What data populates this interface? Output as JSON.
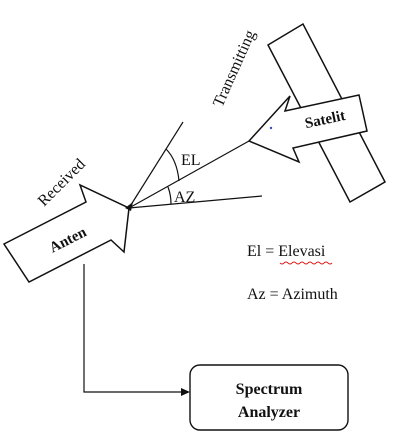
{
  "labels": {
    "transmitting": "Transmitting",
    "received": "Received",
    "el_angle": "EL",
    "az_angle": "AZ",
    "satellite": "Satelit",
    "antenna": "Anten",
    "el_definition": "El = Elevasi",
    "az_definition": "Az = Azimuth",
    "analyzer_line1": "Spectrum",
    "analyzer_line2": "Analyzer"
  },
  "colors": {
    "stroke": "#111111",
    "spellcheck_underline": "#d81b1b"
  },
  "icons": [
    "satellite-icon",
    "arrowhead-icon"
  ]
}
